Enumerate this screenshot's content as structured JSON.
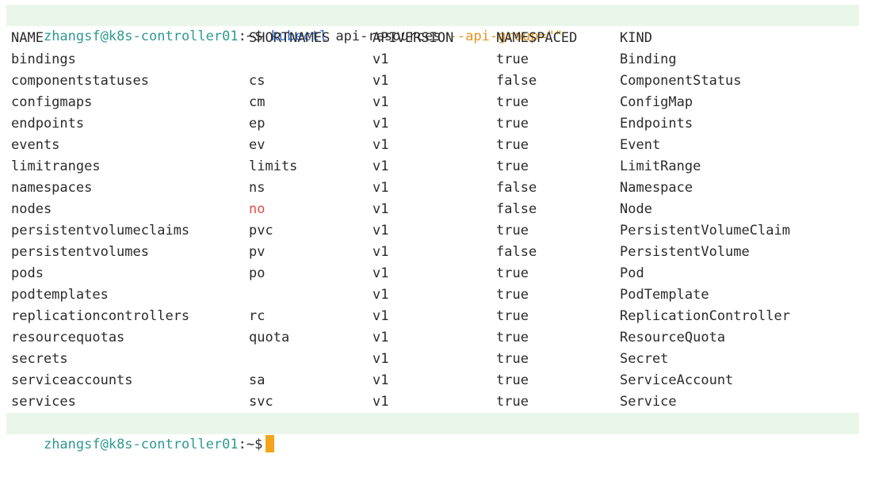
{
  "colors": {
    "user": "#2e9a8e",
    "command": "#2f6bd6",
    "string": "#e39420",
    "cursor": "#f2a41c",
    "highlight_red": "#e24b4b",
    "prompt_bg": "#eaf6ea",
    "text": "#2b2b2b"
  },
  "prompt": {
    "user_host": "zhangsf@k8s-controller01",
    "path_suffix": ":~$ ",
    "command": "kubectl",
    "args": " api-resources ",
    "flag": "--api-group=",
    "flag_value": "\"\""
  },
  "table": {
    "headers": [
      "NAME",
      "SHORTNAMES",
      "APIVERSION",
      "NAMESPACED",
      "KIND"
    ],
    "rows": [
      {
        "name": "bindings",
        "short": "",
        "api": "v1",
        "ns": "true",
        "kind": "Binding"
      },
      {
        "name": "componentstatuses",
        "short": "cs",
        "api": "v1",
        "ns": "false",
        "kind": "ComponentStatus"
      },
      {
        "name": "configmaps",
        "short": "cm",
        "api": "v1",
        "ns": "true",
        "kind": "ConfigMap"
      },
      {
        "name": "endpoints",
        "short": "ep",
        "api": "v1",
        "ns": "true",
        "kind": "Endpoints"
      },
      {
        "name": "events",
        "short": "ev",
        "api": "v1",
        "ns": "true",
        "kind": "Event"
      },
      {
        "name": "limitranges",
        "short": "limits",
        "api": "v1",
        "ns": "true",
        "kind": "LimitRange"
      },
      {
        "name": "namespaces",
        "short": "ns",
        "api": "v1",
        "ns": "false",
        "kind": "Namespace"
      },
      {
        "name": "nodes",
        "short": "no",
        "api": "v1",
        "ns": "false",
        "kind": "Node",
        "short_highlight": true
      },
      {
        "name": "persistentvolumeclaims",
        "short": "pvc",
        "api": "v1",
        "ns": "true",
        "kind": "PersistentVolumeClaim"
      },
      {
        "name": "persistentvolumes",
        "short": "pv",
        "api": "v1",
        "ns": "false",
        "kind": "PersistentVolume"
      },
      {
        "name": "pods",
        "short": "po",
        "api": "v1",
        "ns": "true",
        "kind": "Pod"
      },
      {
        "name": "podtemplates",
        "short": "",
        "api": "v1",
        "ns": "true",
        "kind": "PodTemplate"
      },
      {
        "name": "replicationcontrollers",
        "short": "rc",
        "api": "v1",
        "ns": "true",
        "kind": "ReplicationController"
      },
      {
        "name": "resourcequotas",
        "short": "quota",
        "api": "v1",
        "ns": "true",
        "kind": "ResourceQuota"
      },
      {
        "name": "secrets",
        "short": "",
        "api": "v1",
        "ns": "true",
        "kind": "Secret"
      },
      {
        "name": "serviceaccounts",
        "short": "sa",
        "api": "v1",
        "ns": "true",
        "kind": "ServiceAccount"
      },
      {
        "name": "services",
        "short": "svc",
        "api": "v1",
        "ns": "true",
        "kind": "Service"
      }
    ]
  },
  "final_prompt": {
    "user_host": "zhangsf@k8s-controller01",
    "path_suffix": ":~$"
  }
}
